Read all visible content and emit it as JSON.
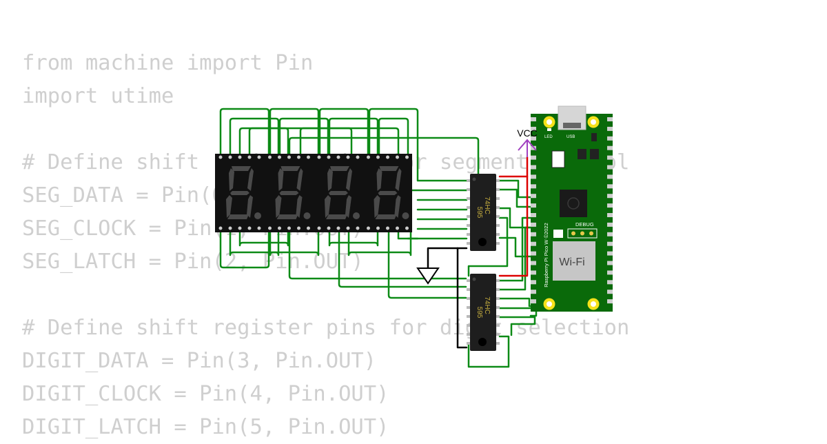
{
  "code_lines": [
    "from machine import Pin",
    "import utime",
    "",
    "# Define shift register pins for segment control",
    "SEG_DATA = Pin(0, Pin.OUT)",
    "SEG_CLOCK = Pin(1, Pin.OUT)",
    "SEG_LATCH = Pin(2, Pin.OUT)",
    "",
    "# Define shift register pins for digit selection",
    "DIGIT_DATA = Pin(3, Pin.OUT)",
    "DIGIT_CLOCK = Pin(4, Pin.OUT)",
    "DIGIT_LATCH = Pin(5, Pin.OUT)"
  ],
  "circuit": {
    "display_digits": 4,
    "shift_register_label": [
      "74HC",
      "595"
    ],
    "vcc_label": "VCC",
    "board": {
      "led_label": "LED",
      "usb_label": "USB",
      "model_label": "Raspberry Pi Pico W ©2022",
      "debug_label": "DEBUG",
      "wifi_label": "Wi-Fi"
    },
    "colors": {
      "wire": "#0c8a16",
      "power_wire": "#dd0000",
      "ground_wire": "#000000",
      "vcc_symbol": "#a040c0",
      "segment_dim": "#4a4a4a",
      "board_green": "#0a6a0a",
      "ic_label": "#c8b040"
    }
  }
}
